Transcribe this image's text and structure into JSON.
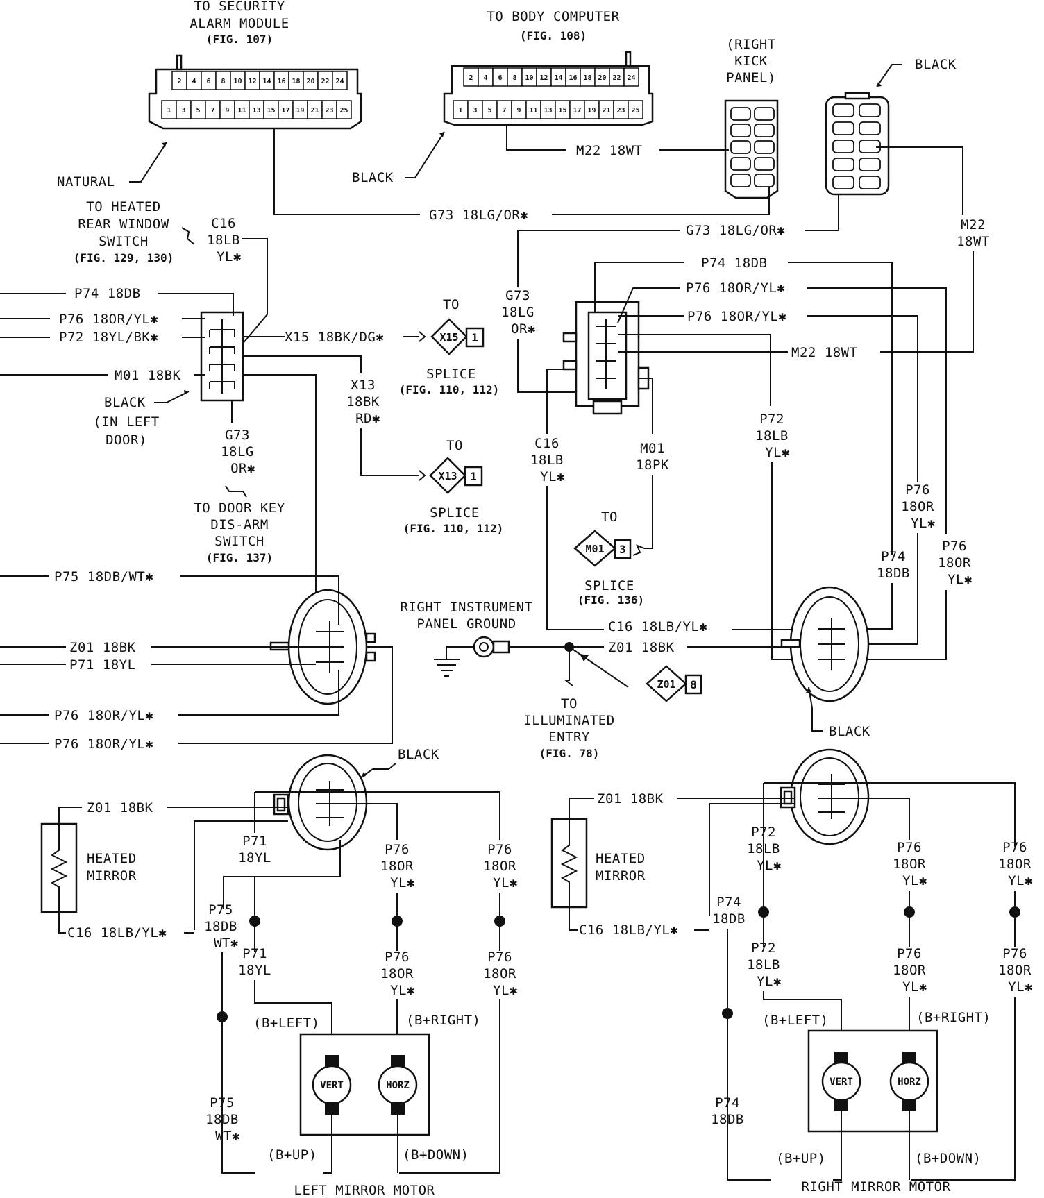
{
  "connectors": {
    "security_alarm": {
      "title_line1": "TO SECURITY",
      "title_line2": "ALARM MODULE",
      "fig": "(FIG. 107)",
      "pins_top": [
        "2",
        "4",
        "6",
        "8",
        "10",
        "12",
        "14",
        "16",
        "18",
        "20",
        "22",
        "24"
      ],
      "pins_bottom": [
        "1",
        "3",
        "5",
        "7",
        "9",
        "11",
        "13",
        "15",
        "17",
        "19",
        "21",
        "23",
        "25"
      ],
      "color_label": "NATURAL"
    },
    "body_computer": {
      "title": "TO BODY COMPUTER",
      "fig": "(FIG. 108)",
      "pins_top": [
        "2",
        "4",
        "6",
        "8",
        "10",
        "12",
        "14",
        "16",
        "18",
        "20",
        "22",
        "24"
      ],
      "pins_bottom": [
        "1",
        "3",
        "5",
        "7",
        "9",
        "11",
        "13",
        "15",
        "17",
        "19",
        "21",
        "23",
        "25"
      ],
      "color_label": "BLACK"
    },
    "right_kick_panel": {
      "line1": "(RIGHT",
      "line2": "KICK",
      "line3": "PANEL)"
    },
    "right_kick_mate": {
      "color_label": "BLACK"
    },
    "left_door": {
      "color_label": "BLACK",
      "loc_line1": "(IN LEFT",
      "loc_line2": "DOOR)"
    },
    "left_mirror_conn": {
      "color_label": "BLACK"
    },
    "right_mirror_conn": {
      "color_label": "BLACK"
    }
  },
  "wires": {
    "m22_18wt": "M22 18WT",
    "g73_18lg_or": "G73 18LG/OR✱",
    "p74_18db": "P74 18DB",
    "p76_18or_yl": "P76 18OR/YL✱",
    "p72_18yl_bk": "P72 18YL/BK✱",
    "m01_18bk": "M01 18BK",
    "x15_18bk_dg": "X15 18BK/DG✱",
    "p75_18db_wt": "P75 18DB/WT✱",
    "z01_18bk": "Z01 18BK",
    "p71_18yl": "P71 18YL",
    "c16_18lb_yl": "C16 18LB/YL✱",
    "m22_stack": [
      "M22",
      "18WT"
    ],
    "c16_stack_left": [
      "C16",
      "18LB",
      "YL✱"
    ],
    "g73_stack_left": [
      "G73",
      "18LG",
      "OR✱"
    ],
    "x13_stack": [
      "X13",
      "18BK",
      "RD✱"
    ],
    "g73_stack_right": [
      "G73",
      "18LG",
      "OR✱"
    ],
    "c16_stack_right": [
      "C16",
      "18LB",
      "YL✱"
    ],
    "m01_stack": [
      "M01",
      "18PK"
    ],
    "p72_stack": [
      "P72",
      "18LB",
      "YL✱"
    ],
    "p76_stack": [
      "P76",
      "18OR",
      "YL✱"
    ],
    "p74_stack": [
      "P74",
      "18DB"
    ],
    "p71_stack": [
      "P71",
      "18YL"
    ],
    "p75_stack": [
      "P75",
      "18DB",
      "WT✱"
    ]
  },
  "destinations": {
    "heated_rear_window": {
      "line1": "TO HEATED",
      "line2": "REAR WINDOW",
      "line3": "SWITCH",
      "fig": "(FIG. 129, 130)"
    },
    "door_key": {
      "line1": "TO DOOR KEY",
      "line2": "DIS-ARM",
      "line3": "SWITCH",
      "fig": "(FIG. 137)"
    },
    "illuminated_entry": {
      "line1": "TO",
      "line2": "ILLUMINATED",
      "line3": "ENTRY",
      "fig": "(FIG. 78)"
    },
    "ground": {
      "line1": "RIGHT INSTRUMENT",
      "line2": "PANEL GROUND"
    }
  },
  "splices": {
    "x15": {
      "to": "TO",
      "id": "X15",
      "pin": "1",
      "label": "SPLICE",
      "fig": "(FIG. 110, 112)"
    },
    "x13": {
      "to": "TO",
      "id": "X13",
      "pin": "1",
      "label": "SPLICE",
      "fig": "(FIG. 110, 112)"
    },
    "m01": {
      "to": "TO",
      "id": "M01",
      "pin": "3",
      "label": "SPLICE",
      "fig": "(FIG. 136)"
    },
    "z01": {
      "id": "Z01",
      "pin": "8"
    }
  },
  "components": {
    "heated_mirror": {
      "line1": "HEATED",
      "line2": "MIRROR"
    },
    "left_mirror_motor": {
      "title": "LEFT MIRROR MOTOR",
      "vert": "VERT",
      "horz": "HORZ"
    },
    "right_mirror_motor": {
      "title": "RIGHT MIRROR MOTOR",
      "vert": "VERT",
      "horz": "HORZ"
    },
    "terminals": {
      "b_left": "(B+LEFT)",
      "b_right": "(B+RIGHT)",
      "b_up": "(B+UP)",
      "b_down": "(B+DOWN)"
    }
  }
}
